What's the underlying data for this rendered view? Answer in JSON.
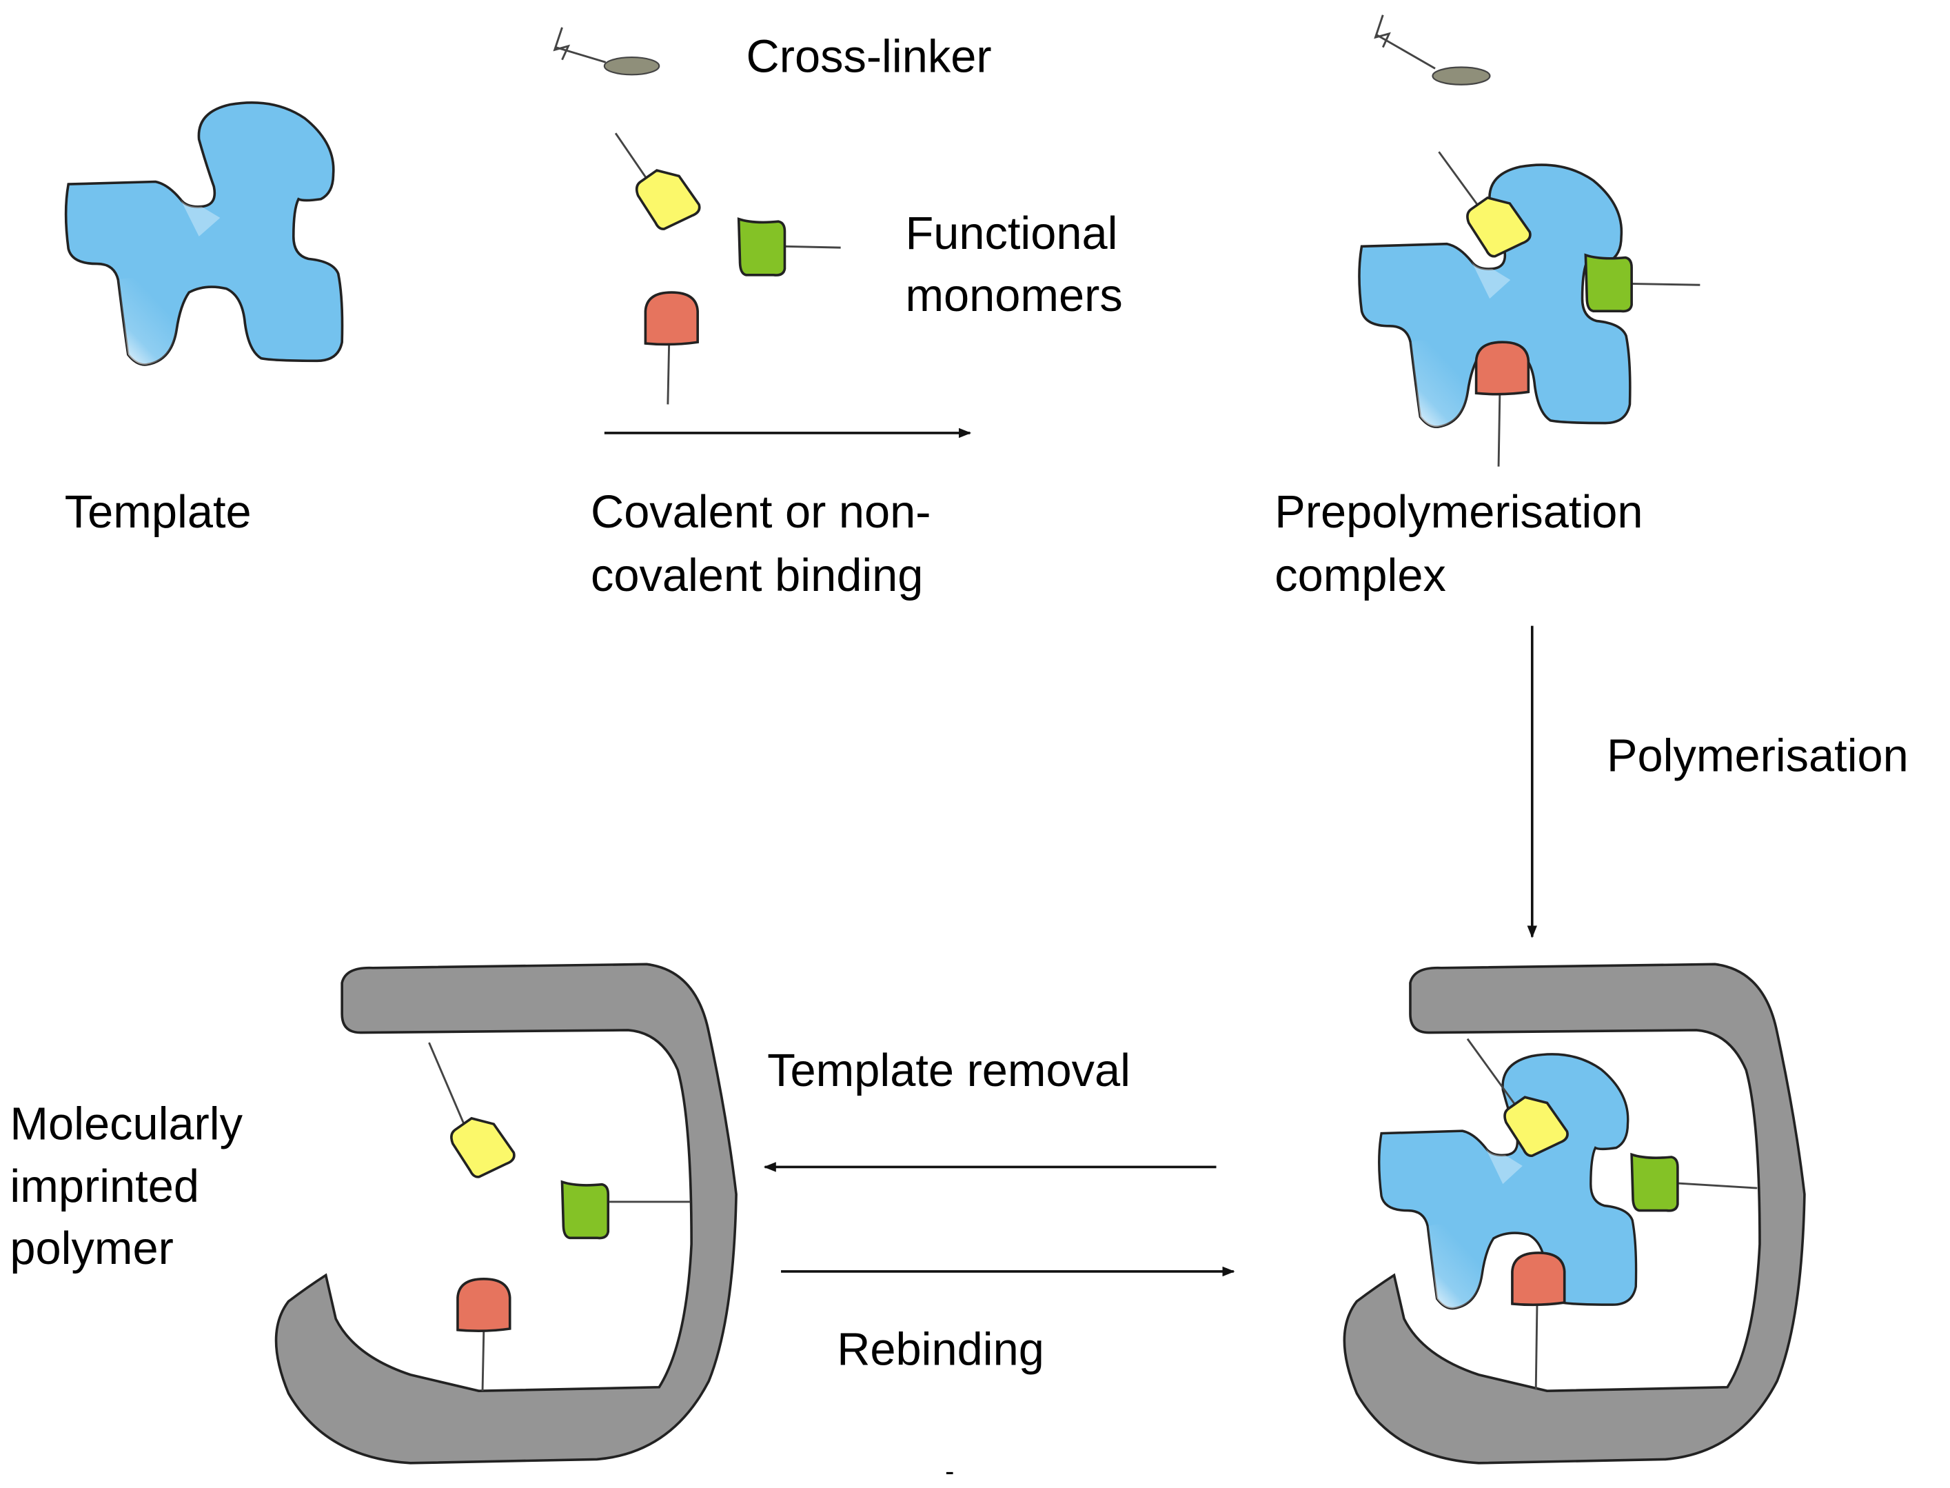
{
  "labels": {
    "cross_linker": "Cross-linker",
    "functional_monomers": [
      "Functional",
      "monomers"
    ],
    "template": "Template",
    "binding": [
      "Covalent or non-",
      "covalent binding"
    ],
    "prepolymerisation_complex": [
      "Prepolymerisation",
      "complex"
    ],
    "polymerisation": "Polymerisation",
    "template_removal": "Template removal",
    "rebinding": "Rebinding",
    "mip": [
      "Molecularly",
      "imprinted",
      "polymer"
    ],
    "footer_mark": "-"
  },
  "colors": {
    "template": "#74c2ee",
    "polymer": "#959595",
    "cross_linker": "#8f8f7a",
    "monomer_yellow": "#fbf86a",
    "monomer_green": "#84c226",
    "monomer_red": "#e6745e"
  }
}
